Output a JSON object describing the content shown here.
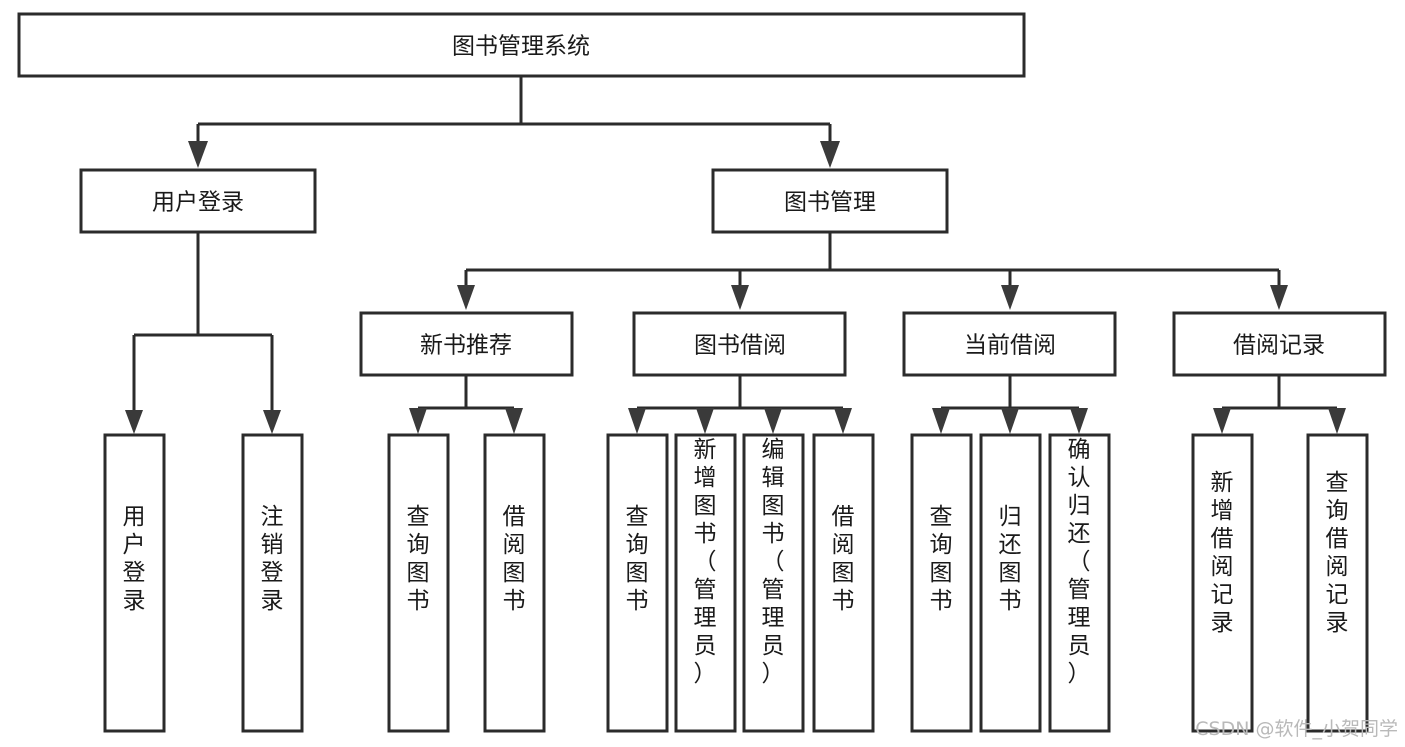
{
  "diagram": {
    "title": "图书管理系统",
    "type": "tree-hierarchy-functional-structure",
    "root": {
      "id": "root",
      "label": "图书管理系统",
      "orientation": "horizontal"
    },
    "level1": [
      {
        "id": "user-login",
        "label": "用户登录",
        "orientation": "horizontal"
      },
      {
        "id": "book-manage",
        "label": "图书管理",
        "orientation": "horizontal"
      }
    ],
    "level2": [
      {
        "id": "new-book-recommend",
        "label": "新书推荐",
        "parent": "book-manage",
        "orientation": "horizontal"
      },
      {
        "id": "book-borrow",
        "label": "图书借阅",
        "parent": "book-manage",
        "orientation": "horizontal"
      },
      {
        "id": "current-borrow",
        "label": "当前借阅",
        "parent": "book-manage",
        "orientation": "horizontal"
      },
      {
        "id": "borrow-record",
        "label": "借阅记录",
        "parent": "book-manage",
        "orientation": "horizontal"
      }
    ],
    "leaves": [
      {
        "id": "leaf-user-login",
        "label": "用户登录",
        "parent": "user-login",
        "orientation": "vertical"
      },
      {
        "id": "leaf-user-logout",
        "label": "注销登录",
        "parent": "user-login",
        "orientation": "vertical"
      },
      {
        "id": "leaf-query-book-1",
        "label": "查询图书",
        "parent": "new-book-recommend",
        "orientation": "vertical"
      },
      {
        "id": "leaf-borrow-book-1",
        "label": "借阅图书",
        "parent": "new-book-recommend",
        "orientation": "vertical"
      },
      {
        "id": "leaf-query-book-2",
        "label": "查询图书",
        "parent": "book-borrow",
        "orientation": "vertical"
      },
      {
        "id": "leaf-add-book",
        "label": "新增图书（管理员）",
        "parent": "book-borrow",
        "orientation": "vertical"
      },
      {
        "id": "leaf-edit-book",
        "label": "编辑图书（管理员）",
        "parent": "book-borrow",
        "orientation": "vertical"
      },
      {
        "id": "leaf-borrow-book-2",
        "label": "借阅图书",
        "parent": "book-borrow",
        "orientation": "vertical"
      },
      {
        "id": "leaf-query-book-3",
        "label": "查询图书",
        "parent": "current-borrow",
        "orientation": "vertical"
      },
      {
        "id": "leaf-return-book",
        "label": "归还图书",
        "parent": "current-borrow",
        "orientation": "vertical"
      },
      {
        "id": "leaf-confirm-return",
        "label": "确认归还（管理员）",
        "parent": "current-borrow",
        "orientation": "vertical"
      },
      {
        "id": "leaf-add-record",
        "label": "新增借阅记录",
        "parent": "borrow-record",
        "orientation": "vertical"
      },
      {
        "id": "leaf-query-record",
        "label": "查询借阅记录",
        "parent": "borrow-record",
        "orientation": "vertical"
      }
    ],
    "watermark": "CSDN @软件_小贺同学",
    "colors": {
      "background": "#ffffff",
      "box_fill": "#ffffff",
      "box_stroke": "#2b2b2b",
      "connector": "#2b2b2b",
      "text": "#1a1a1a",
      "watermark": "#b9b9b9"
    }
  }
}
